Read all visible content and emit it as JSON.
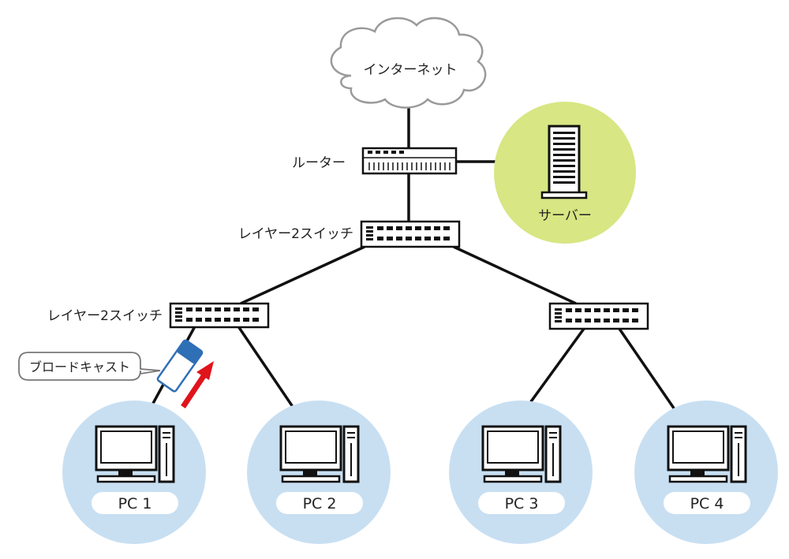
{
  "internet": {
    "label": "インターネット"
  },
  "router": {
    "label": "ルーター"
  },
  "server": {
    "label": "サーバー"
  },
  "core_switch": {
    "label": "レイヤー2スイッチ"
  },
  "left_switch": {
    "label": "レイヤー2スイッチ"
  },
  "broadcast": {
    "label": "ブロードキャスト"
  },
  "pcs": [
    {
      "label": "PC 1"
    },
    {
      "label": "PC 2"
    },
    {
      "label": "PC 3"
    },
    {
      "label": "PC 4"
    }
  ],
  "colors": {
    "pc_circle": "#c8dff2",
    "server_circle": "#d8e683",
    "arrow": "#e0141b",
    "packet_head": "#2f6fb6",
    "packet_border": "#2f6fb6"
  }
}
